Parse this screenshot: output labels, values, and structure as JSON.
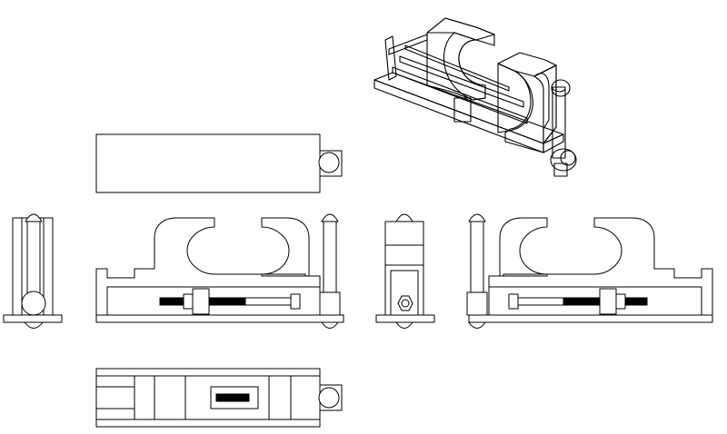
{
  "drawing": {
    "views": [
      "isometric",
      "top",
      "left",
      "front",
      "right-side",
      "back",
      "bottom"
    ],
    "colors": {
      "base": "#19b4cc",
      "base_dark": "#0e8aa0",
      "jaw_fixed": "#1fc0d6",
      "jaw_moving": "#d6d36a",
      "jaw_moving_dark": "#a9a743",
      "handle": "#c0141a",
      "handle_dark": "#8a0c10",
      "knob": "#9a3fc2",
      "knob_dark": "#6d2490",
      "line": "#000000",
      "background": "#ffffff"
    }
  }
}
